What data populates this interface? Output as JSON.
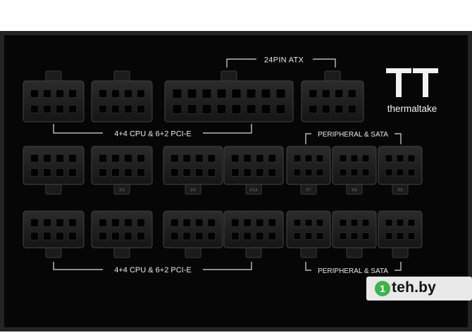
{
  "labels": {
    "atx": "24PIN ATX",
    "cpu_pcie_top": "4+4 CPU & 6+2 PCI-E",
    "peripheral_top": "PERIPHERAL & SATA",
    "cpu_pcie_bottom": "4+4 CPU & 6+2 PCI-E",
    "peripheral_bottom": "PERIPHERAL & SATA"
  },
  "brand": {
    "name": "thermaltake",
    "logo": "TT"
  },
  "ports": {
    "row2": [
      "",
      "P3",
      "P8",
      "P14",
      "P7",
      "P6",
      "P5"
    ]
  },
  "watermark": {
    "logo": "1",
    "text": "teh.by"
  },
  "colors": {
    "panel": "#050505",
    "frame": "#2e2e2e",
    "connector": "#232323",
    "label": "#e8e8e8"
  }
}
